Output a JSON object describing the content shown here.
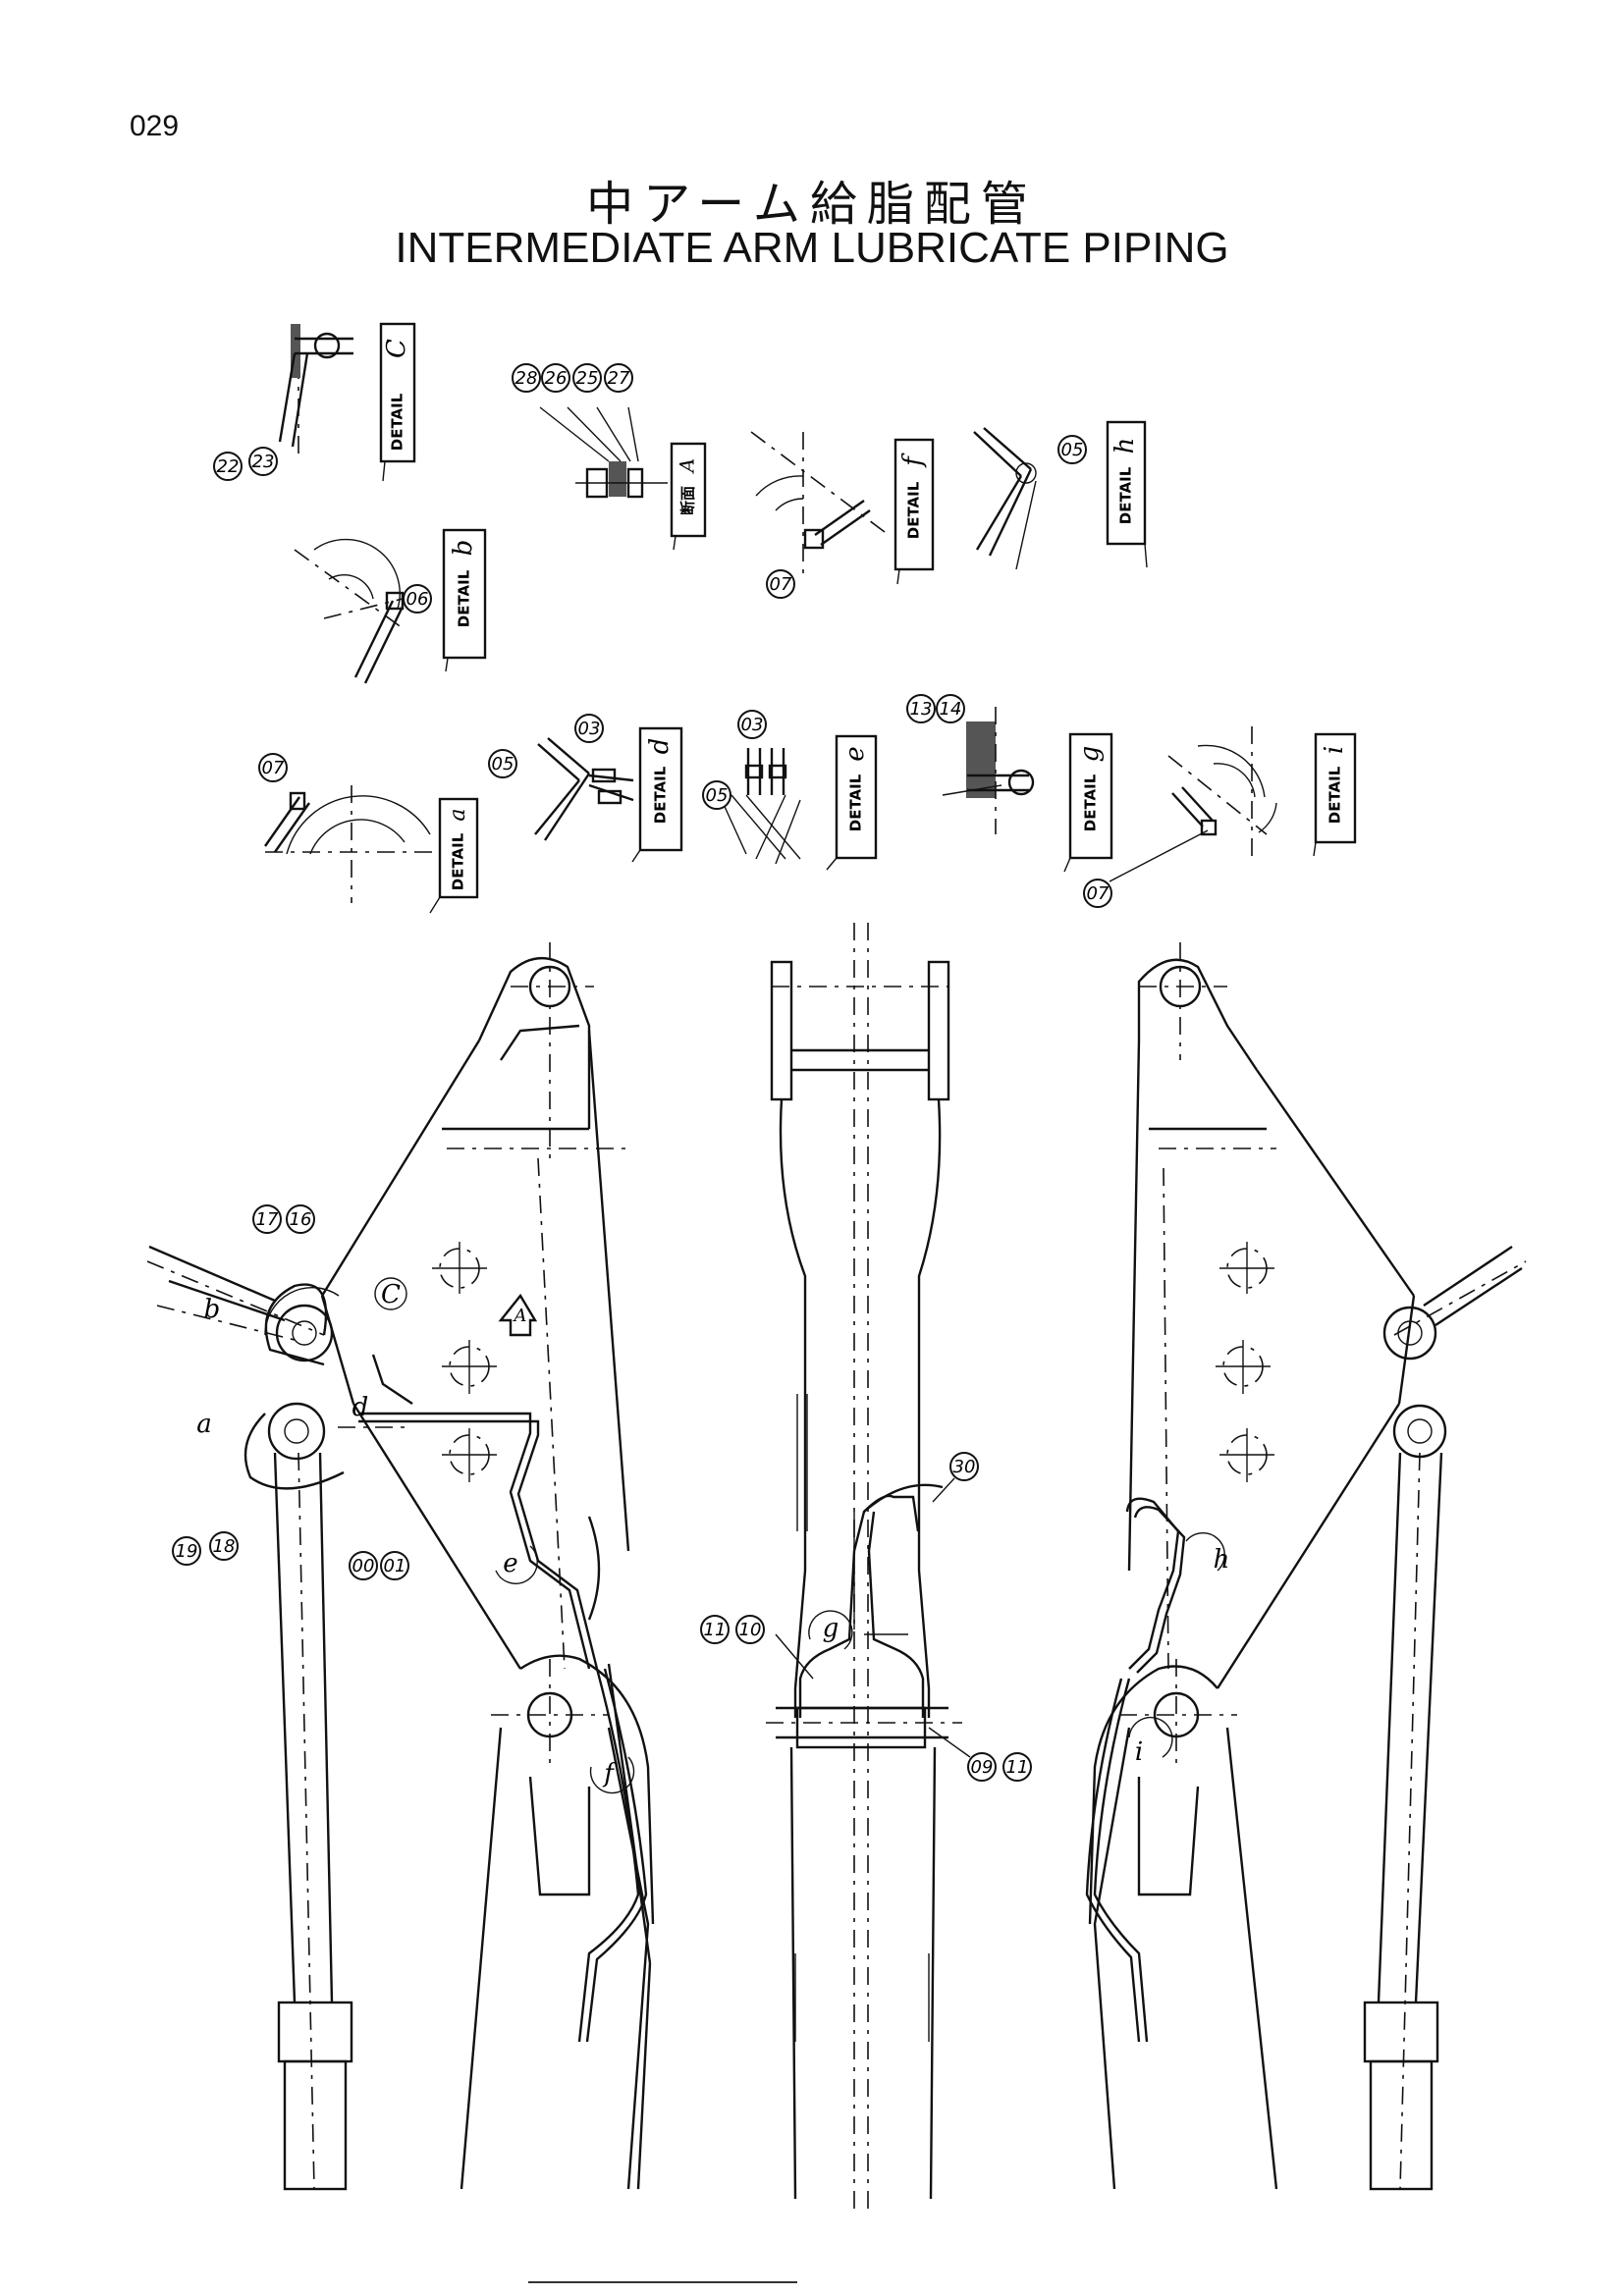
{
  "page": {
    "number": "029"
  },
  "title": {
    "jp": "中アーム給脂配管",
    "en": "INTERMEDIATE ARM LUBRICATE PIPING"
  },
  "details": [
    {
      "id": "c",
      "tag": "DETAIL",
      "letter": "C"
    },
    {
      "id": "A",
      "tag": "断面",
      "letter": "A"
    },
    {
      "id": "f",
      "tag": "DETAIL",
      "letter": "f"
    },
    {
      "id": "h",
      "tag": "DETAIL",
      "letter": "h"
    },
    {
      "id": "b",
      "tag": "DETAIL",
      "letter": "b"
    },
    {
      "id": "a",
      "tag": "DETAIL",
      "letter": "a"
    },
    {
      "id": "d",
      "tag": "DETAIL",
      "letter": "d"
    },
    {
      "id": "e",
      "tag": "DETAIL",
      "letter": "e"
    },
    {
      "id": "g",
      "tag": "DETAIL",
      "letter": "g"
    },
    {
      "id": "i",
      "tag": "DETAIL",
      "letter": "i"
    }
  ],
  "balloons": [
    "22",
    "23",
    "28",
    "26",
    "25",
    "27",
    "07",
    "05",
    "06",
    "07",
    "05",
    "03",
    "03",
    "05",
    "13",
    "14",
    "07",
    "17",
    "16",
    "18",
    "19",
    "00",
    "01",
    "11",
    "10",
    "09",
    "11",
    "30"
  ],
  "view_letters": [
    "b",
    "C",
    "d",
    "a",
    "A",
    "e",
    "f",
    "g",
    "h",
    "i"
  ]
}
